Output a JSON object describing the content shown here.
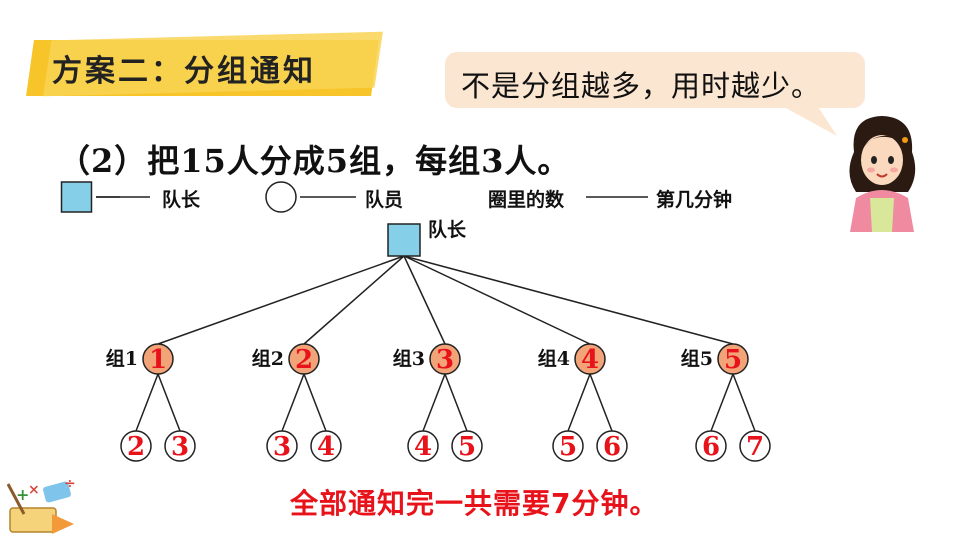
{
  "title": "方案二：分组通知",
  "speech_bubble": "不是分组越多，用时越少。",
  "problem": "（2）把15人分成5组，每组3人。",
  "legend": {
    "leader_label": "队长",
    "member_label": "队员",
    "circle_number_label": "圈里的数",
    "circle_number_meaning": "第几分钟"
  },
  "root_label": "队长",
  "groups": [
    {
      "label": "组1",
      "minute": "1",
      "members": [
        "2",
        "3"
      ]
    },
    {
      "label": "组2",
      "minute": "2",
      "members": [
        "3",
        "4"
      ]
    },
    {
      "label": "组3",
      "minute": "3",
      "members": [
        "4",
        "5"
      ]
    },
    {
      "label": "组4",
      "minute": "4",
      "members": [
        "5",
        "6"
      ]
    },
    {
      "label": "组5",
      "minute": "5",
      "members": [
        "6",
        "7"
      ]
    }
  ],
  "conclusion": "全部通知完一共需要7分钟。",
  "colors": {
    "leader_fill": "#86cfe8",
    "group_circle_fill": "#f3a378",
    "number_red": "#e8121a",
    "banner_yellow": "#f7c52a",
    "speech_fill": "#fbe6d2"
  }
}
